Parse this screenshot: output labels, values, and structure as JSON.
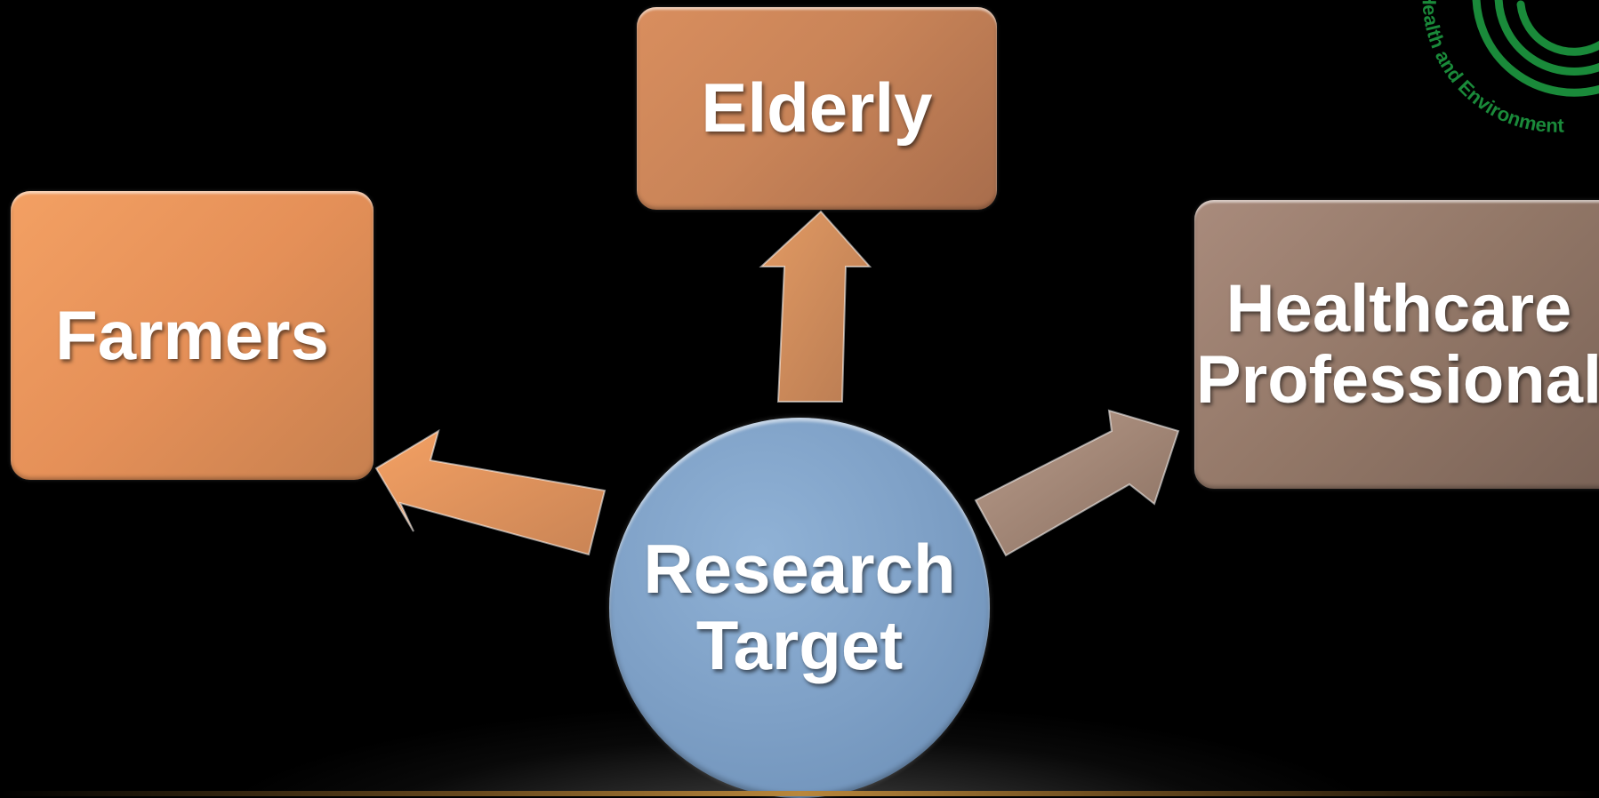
{
  "diagram": {
    "center": {
      "label": "Research\nTarget"
    },
    "nodes": [
      {
        "id": "elderly",
        "label": "Elderly"
      },
      {
        "id": "farmers",
        "label": "Farmers"
      },
      {
        "id": "healthcare",
        "label": "Healthcare\nProfessional"
      }
    ],
    "edges": [
      {
        "from": "center",
        "to": "elderly"
      },
      {
        "from": "center",
        "to": "farmers"
      },
      {
        "from": "center",
        "to": "healthcare"
      }
    ]
  },
  "logo": {
    "text": "Health and Environment"
  },
  "colors": {
    "elderly": "#c98458",
    "farmers": "#e59058",
    "healthcare": "#927767",
    "center": "#7ea0c6",
    "logo": "#1a8a3a"
  }
}
